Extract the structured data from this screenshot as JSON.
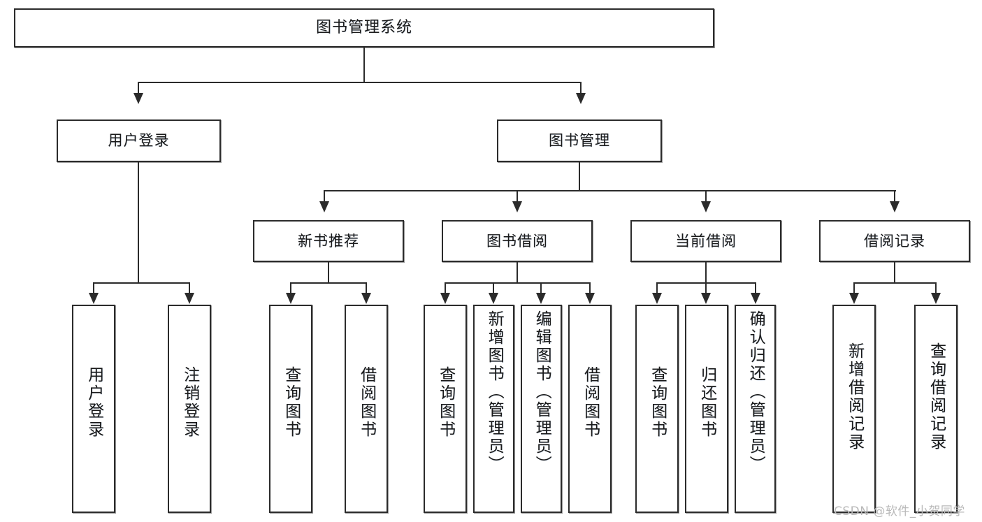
{
  "diagram": {
    "title": "图书管理系统",
    "type": "hierarchy-tree",
    "root": {
      "label": "图书管理系统",
      "children": [
        {
          "label": "用户登录",
          "children": [
            {
              "label": "用户登录"
            },
            {
              "label": "注销登录"
            }
          ]
        },
        {
          "label": "图书管理",
          "children": [
            {
              "label": "新书推荐",
              "children": [
                {
                  "label": "查询图书"
                },
                {
                  "label": "借阅图书"
                }
              ]
            },
            {
              "label": "图书借阅",
              "children": [
                {
                  "label": "查询图书"
                },
                {
                  "label": "新增图书（管理员）"
                },
                {
                  "label": "编辑图书（管理员）"
                },
                {
                  "label": "借阅图书"
                }
              ]
            },
            {
              "label": "当前借阅",
              "children": [
                {
                  "label": "查询图书"
                },
                {
                  "label": "归还图书"
                },
                {
                  "label": "确认归还（管理员）"
                }
              ]
            },
            {
              "label": "借阅记录",
              "children": [
                {
                  "label": "新增借阅记录"
                },
                {
                  "label": "查询借阅记录"
                }
              ]
            }
          ]
        }
      ]
    }
  },
  "nodes": {
    "root": "图书管理系统",
    "l2_user_login": "用户登录",
    "l2_book_mgmt": "图书管理",
    "l3_new_book_rec": "新书推荐",
    "l3_book_borrow": "图书借阅",
    "l3_current_borrow": "当前借阅",
    "l3_borrow_record": "借阅记录",
    "leaf_user_login": "用户登录",
    "leaf_logout": "注销登录",
    "leaf_query_book_a": "查询图书",
    "leaf_borrow_book_a": "借阅图书",
    "leaf_query_book_b": "查询图书",
    "leaf_add_book_admin": "新增图书（管理员）",
    "leaf_edit_book_admin": "编辑图书（管理员）",
    "leaf_borrow_book_b": "借阅图书",
    "leaf_query_book_c": "查询图书",
    "leaf_return_book": "归还图书",
    "leaf_confirm_return_admin": "确认归还（管理员）",
    "leaf_add_record": "新增借阅记录",
    "leaf_query_record": "查询借阅记录"
  },
  "watermark": "CSDN @软件_小贺同学",
  "colors": {
    "border": "#2b2b2b",
    "text": "#1a1a1a",
    "background": "#ffffff",
    "watermark": "#b9b9b9"
  }
}
